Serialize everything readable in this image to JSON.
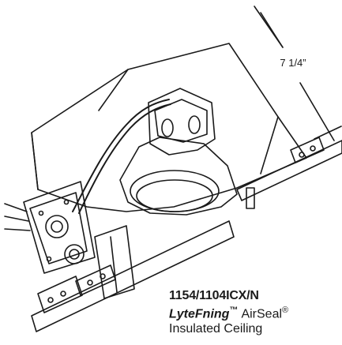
{
  "dimension": {
    "label": "7 1/4”"
  },
  "product": {
    "model": "1154/1104ICX/N",
    "brand": "LyteFning",
    "trademark": "™",
    "product_name": "AirSeal",
    "registered": "®",
    "description": "Insulated Ceiling"
  },
  "colors": {
    "line": "#1a1a1a",
    "paper": "#ffffff"
  }
}
